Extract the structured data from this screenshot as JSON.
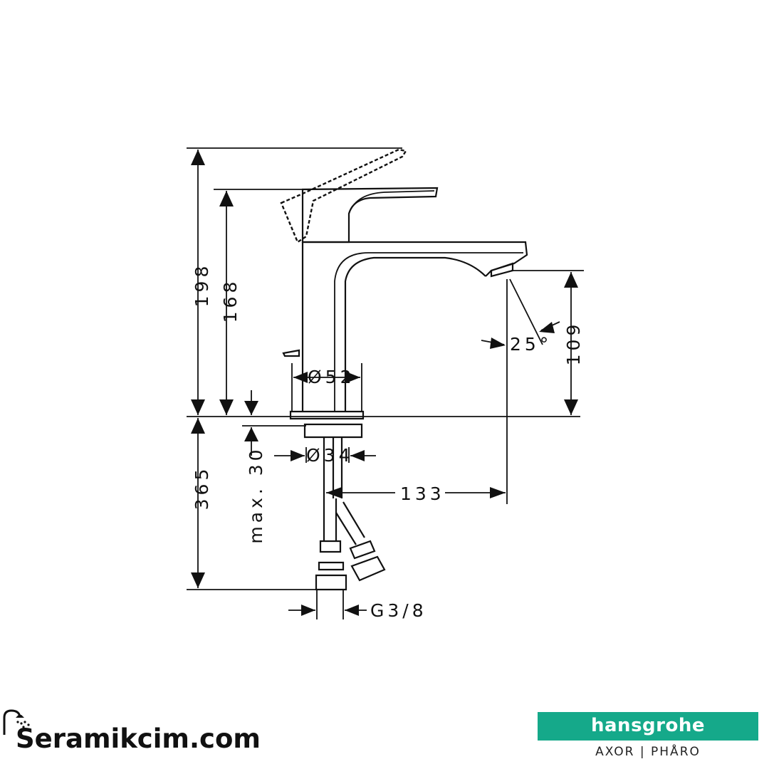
{
  "dimensions": {
    "height_total": "198",
    "height_lever": "168",
    "height_outlet": "109",
    "angle": "25°",
    "base_diameter": "Ø52",
    "shank_diameter": "Ø34",
    "projection": "133",
    "max_depth": "max. 30",
    "hose_length": "365",
    "connection": "G3/8"
  },
  "watermark": {
    "site": "Seramikcim.com"
  },
  "brand": {
    "name": "hansgrohe",
    "sublabel": "AXOR | PHÅRO",
    "color": "#15a98a"
  }
}
